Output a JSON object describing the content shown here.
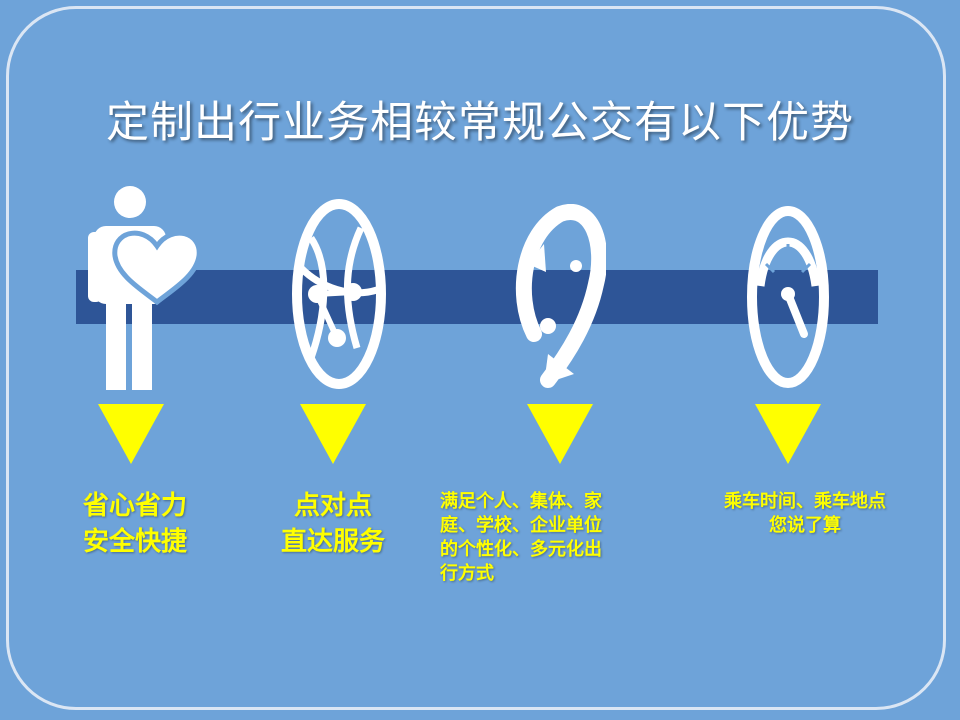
{
  "title": "定制出行业务相较常规公交有以下优势",
  "colors": {
    "background": "#6ea3d9",
    "band": "#2e5597",
    "accent": "#ffff00",
    "icon": "#ffffff"
  },
  "items": [
    {
      "icon": "person-heart-icon",
      "label_lines": [
        "省心省力",
        "安全快捷"
      ]
    },
    {
      "icon": "network-globe-icon",
      "label_lines": [
        "点对点",
        "直达服务"
      ]
    },
    {
      "icon": "refresh-cycle-icon",
      "label_lines": [
        "满足个人、集体、家",
        "庭、学校、企业单位",
        "的个性化、多元化出",
        "行方式"
      ]
    },
    {
      "icon": "speedometer-icon",
      "label_lines": [
        "乘车时间、乘车地点",
        "您说了算"
      ]
    }
  ]
}
